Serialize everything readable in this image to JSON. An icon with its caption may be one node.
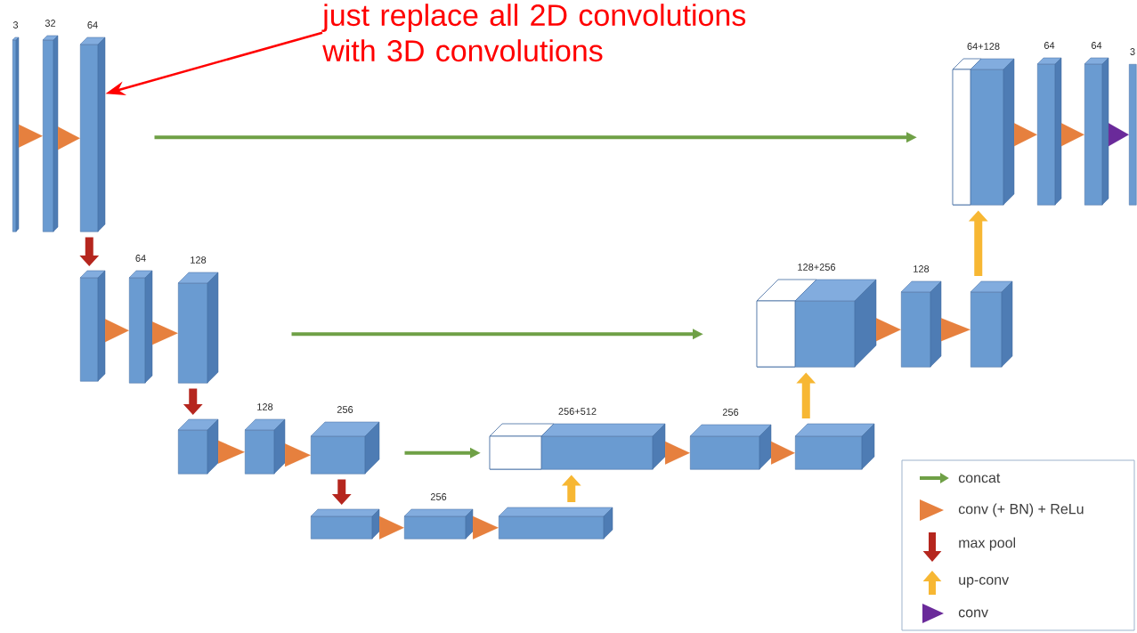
{
  "diagram": {
    "nodes": [
      {
        "text": [
          "just replace all 2D convolutions with 3D convolutions"
        ]
      },
      {
        "text": [
          "3"
        ]
      },
      {
        "text": [
          "32"
        ]
      },
      {
        "text": [
          "64"
        ]
      },
      {
        "text": [],
        "shape": "box"
      },
      {
        "text": [
          "64"
        ]
      },
      {
        "text": [
          "128"
        ]
      },
      {
        "text": [],
        "shape": "box"
      },
      {
        "text": [
          "128"
        ]
      },
      {
        "text": [
          "256"
        ]
      },
      {
        "text": [],
        "shape": "box"
      },
      {
        "text": [
          "256"
        ]
      },
      {
        "text": [],
        "shape": "box"
      },
      {
        "text": [
          "256+512"
        ]
      },
      {
        "text": [
          "256"
        ]
      },
      {
        "text": [],
        "shape": "box"
      },
      {
        "text": [
          "128+256"
        ]
      },
      {
        "text": [
          "128"
        ]
      },
      {
        "text": [],
        "shape": "box"
      },
      {
        "text": [
          "64+128"
        ]
      },
      {
        "text": [
          "64"
        ]
      },
      {
        "text": [
          "64"
        ]
      },
      {
        "text": [
          "3"
        ]
      }
    ],
    "edges": [
      {
        "from": 0,
        "to": 3,
        "arrow": "to",
        "color": "#ff0000"
      },
      {
        "from": 1,
        "to": 2,
        "arrow": "to"
      },
      {
        "from": 2,
        "to": 3,
        "arrow": "to"
      },
      {
        "from": 4,
        "to": 5,
        "arrow": "to"
      },
      {
        "from": 5,
        "to": 6,
        "arrow": "to"
      },
      {
        "from": 7,
        "to": 8,
        "arrow": "to"
      },
      {
        "from": 8,
        "to": 9,
        "arrow": "to"
      },
      {
        "from": 10,
        "to": 11,
        "arrow": "to"
      },
      {
        "from": 11,
        "to": 12,
        "arrow": "to"
      },
      {
        "from": 13,
        "to": 14,
        "arrow": "to"
      },
      {
        "from": 14,
        "to": 15,
        "arrow": "to"
      },
      {
        "from": 16,
        "to": 17,
        "arrow": "to"
      },
      {
        "from": 17,
        "to": 18,
        "arrow": "to"
      },
      {
        "from": 19,
        "to": 20,
        "arrow": "to"
      },
      {
        "from": 20,
        "to": 21,
        "arrow": "to"
      },
      {
        "from": 21,
        "to": 22,
        "arrow": "to",
        "color": "#6a2a9a"
      },
      {
        "from": 3,
        "to": 4,
        "arrow": "to",
        "color": "#b5261e"
      },
      {
        "from": 6,
        "to": 7,
        "arrow": "to",
        "color": "#b5261e"
      },
      {
        "from": 9,
        "to": 10,
        "arrow": "to",
        "color": "#b5261e"
      },
      {
        "from": 12,
        "to": 13,
        "arrow": "to",
        "color": "#f7b733"
      },
      {
        "from": 15,
        "to": 16,
        "arrow": "to",
        "color": "#f7b733"
      },
      {
        "from": 18,
        "to": 19,
        "arrow": "to",
        "color": "#f7b733"
      },
      {
        "from": 3,
        "to": 19,
        "arrow": "to",
        "color": "#6fa046"
      },
      {
        "from": 6,
        "to": 16,
        "arrow": "to",
        "color": "#6fa046"
      },
      {
        "from": 9,
        "to": 13,
        "arrow": "to",
        "color": "#6fa046"
      }
    ],
    "legend": [
      {
        "text": "concat"
      },
      {
        "text": "conv (+ BN) + ReLu"
      },
      {
        "text": "max pool"
      },
      {
        "text": "up-conv"
      },
      {
        "text": "conv"
      }
    ]
  }
}
